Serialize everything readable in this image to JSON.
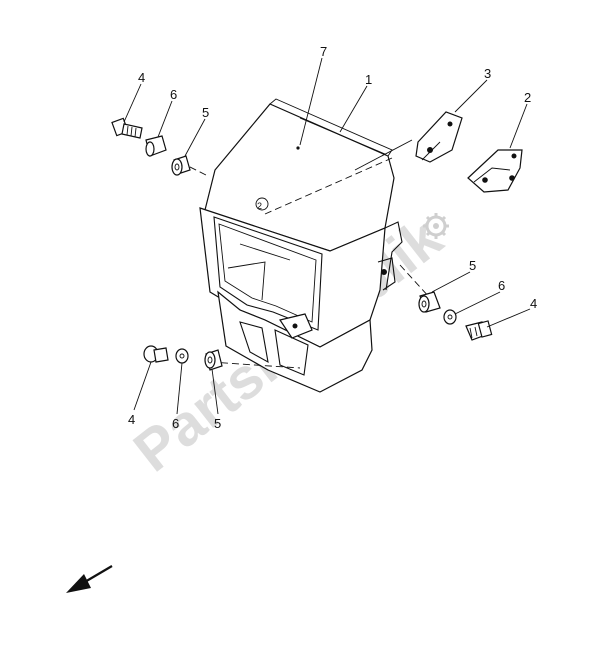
{
  "watermark": {
    "text": "Partsrepublik"
  },
  "callouts": [
    {
      "id": "c1",
      "label": "1"
    },
    {
      "id": "c2",
      "label": "2"
    },
    {
      "id": "c3",
      "label": "3"
    },
    {
      "id": "c4a",
      "label": "4"
    },
    {
      "id": "c4b",
      "label": "4"
    },
    {
      "id": "c4c",
      "label": "4"
    },
    {
      "id": "c5a",
      "label": "5"
    },
    {
      "id": "c5b",
      "label": "5"
    },
    {
      "id": "c5c",
      "label": "5"
    },
    {
      "id": "c6a",
      "label": "6"
    },
    {
      "id": "c6b",
      "label": "6"
    },
    {
      "id": "c6c",
      "label": "6"
    },
    {
      "id": "c7",
      "label": "7"
    }
  ],
  "icons": {
    "direction": "front-direction-arrow-icon",
    "watermark_gear": "gear-icon"
  }
}
